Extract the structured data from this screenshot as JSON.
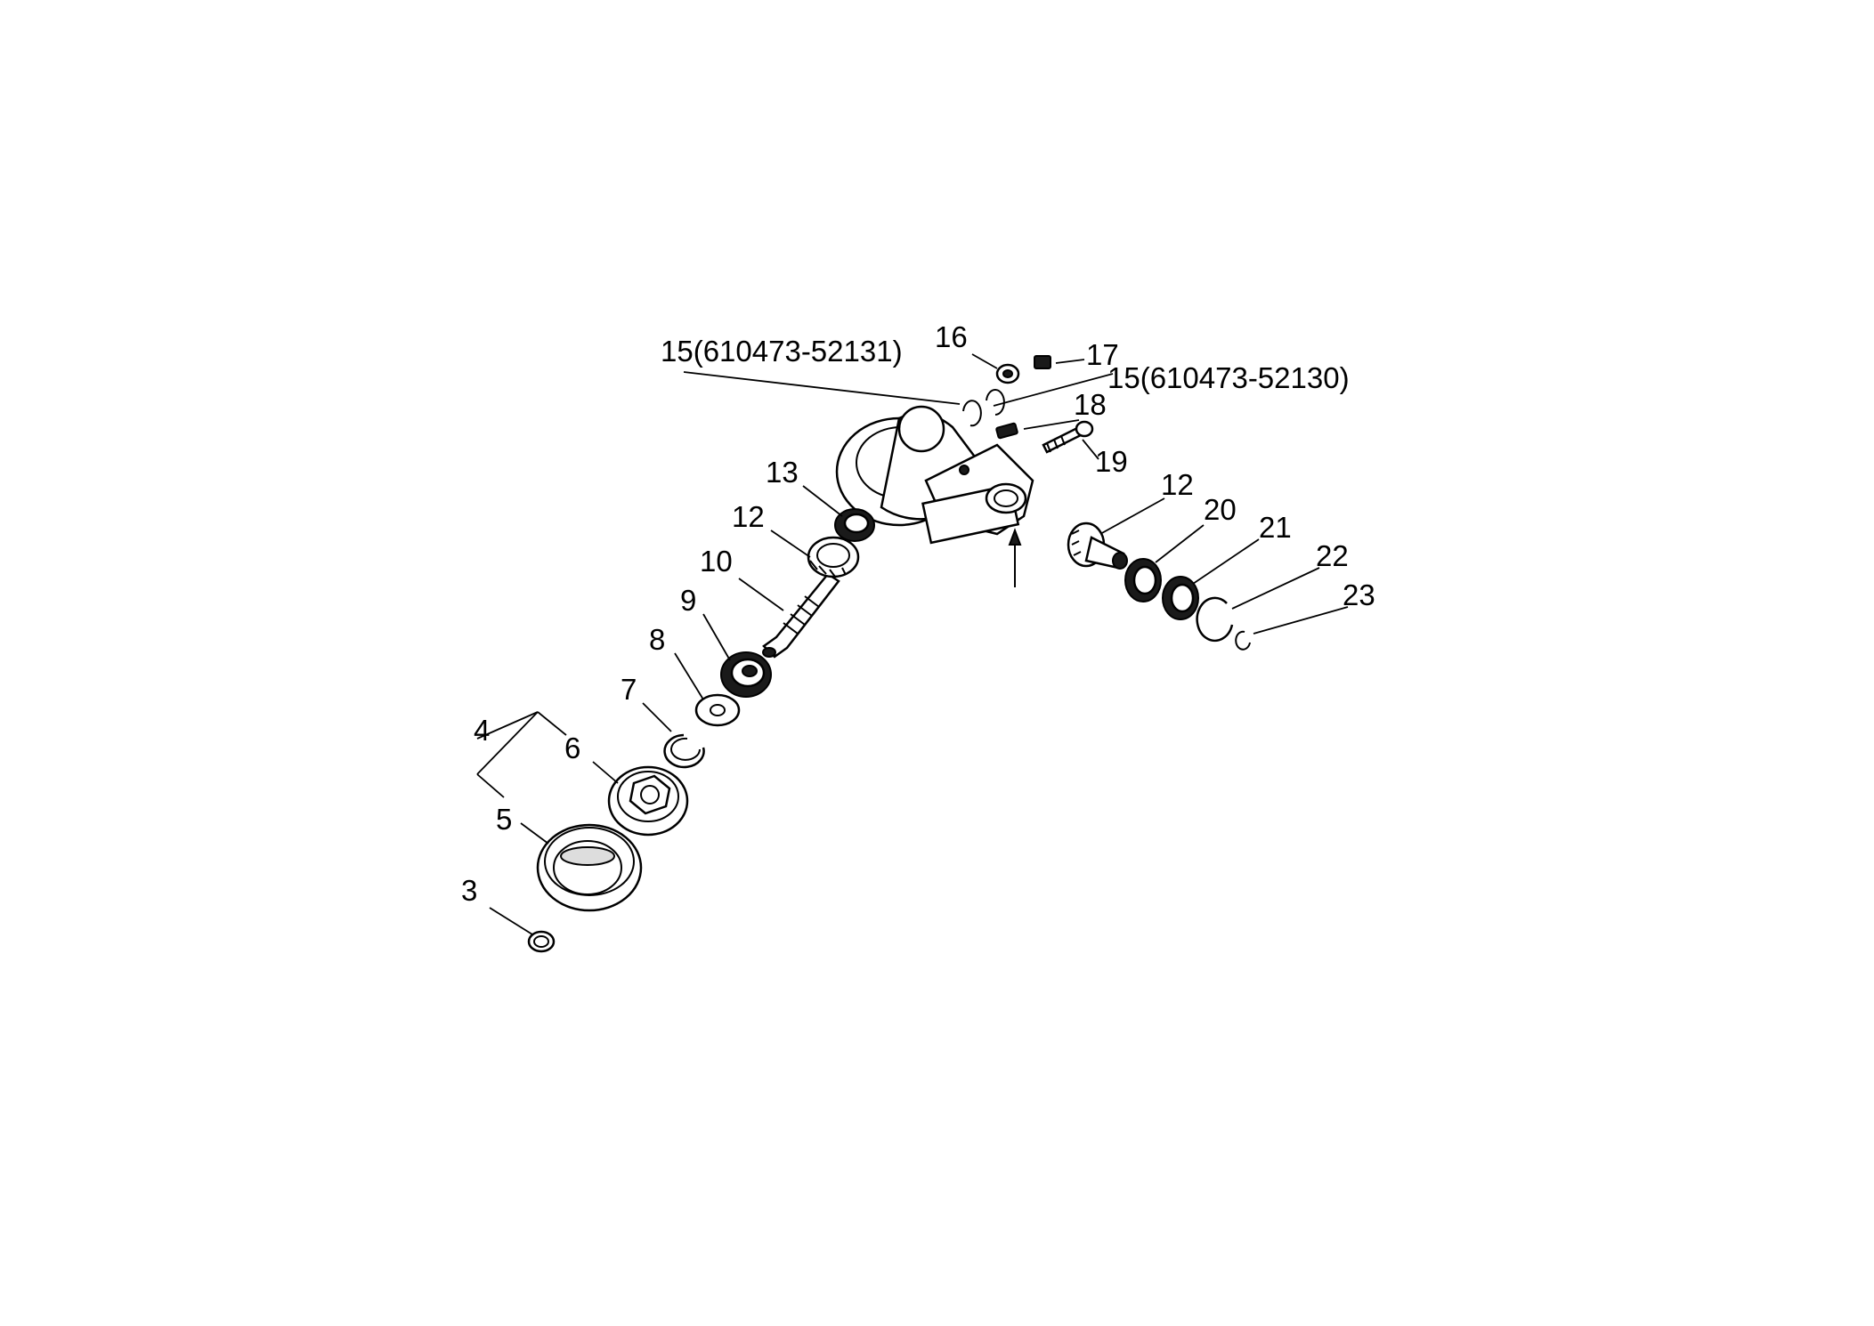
{
  "callouts": {
    "c3": "3",
    "c4": "4",
    "c5": "5",
    "c6": "6",
    "c7": "7",
    "c8": "8",
    "c9": "9",
    "c10": "10",
    "c12a": "12",
    "c13": "13",
    "c15a": "15(610473-52131)",
    "c16": "16",
    "c17": "17",
    "c15b": "15(610473-52130)",
    "c18": "18",
    "c19": "19",
    "c12b": "12",
    "c20": "20",
    "c21": "21",
    "c22": "22",
    "c23": "23"
  }
}
